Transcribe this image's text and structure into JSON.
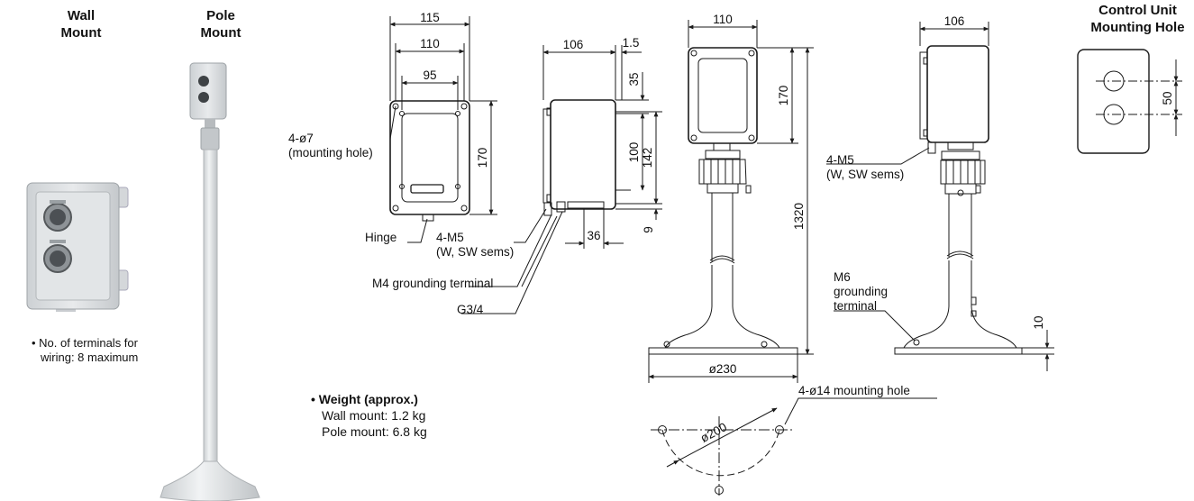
{
  "headings": {
    "wall": [
      "Wall",
      "Mount"
    ],
    "pole": [
      "Pole",
      "Mount"
    ],
    "control": [
      "Control Unit",
      "Mounting Hole"
    ]
  },
  "notes": {
    "terminals": [
      "• No. of terminals for",
      "wiring: 8 maximum"
    ],
    "weight_title": "• Weight (approx.)",
    "weight_wall": "Wall mount: 1.2 kg",
    "weight_pole": "Pole mount: 6.8 kg"
  },
  "labels": {
    "mounting_hole": [
      "4-ø7",
      "(mounting hole)"
    ],
    "hinge": "Hinge",
    "m5_front": [
      "4-M5",
      "(W, SW sems)"
    ],
    "m4_ground": "M4 grounding terminal",
    "g34": "G3/4",
    "m5_side": [
      "4-M5",
      "(W, SW sems)"
    ],
    "m6_ground": [
      "M6",
      "grounding",
      "terminal"
    ],
    "base_holes": "4-ø14 mounting hole"
  },
  "dims": {
    "w115": "115",
    "w110": "110",
    "w95": "95",
    "h170": "170",
    "d106": "106",
    "d1_5": "1.5",
    "d35": "35",
    "d100": "100",
    "d142": "142",
    "d9": "9",
    "d36": "36",
    "p110": "110",
    "p170": "170",
    "p1320": "1320",
    "p230": "ø230",
    "p200": "ø200",
    "s106": "106",
    "s10": "10",
    "c50": "50"
  },
  "colors": {
    "line": "#1a1a1a",
    "body": "#dcdfe1",
    "dark": "#3a3e41",
    "pole": "#e4e7e9"
  }
}
